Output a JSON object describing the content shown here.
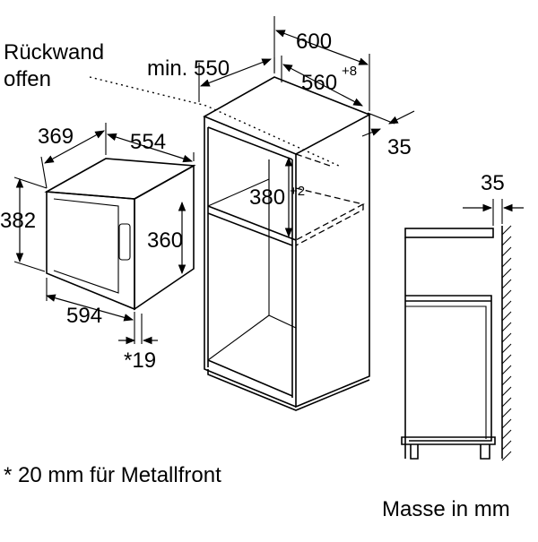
{
  "labels": {
    "rueckwand_line1": "Rückwand",
    "rueckwand_line2": "offen",
    "min_550": "min. 550",
    "w_600": "600",
    "w_560": "560",
    "w_560_tol": "+8",
    "d_35_cabinet": "35",
    "h_380": "380",
    "h_380_tol": "+2",
    "appl_369": "369",
    "appl_554": "554",
    "appl_382": "382",
    "appl_360": "360",
    "appl_594": "594",
    "appl_19": "*19",
    "side_35": "35",
    "footnote": "* 20 mm für Metallfront",
    "units": "Masse in mm"
  }
}
